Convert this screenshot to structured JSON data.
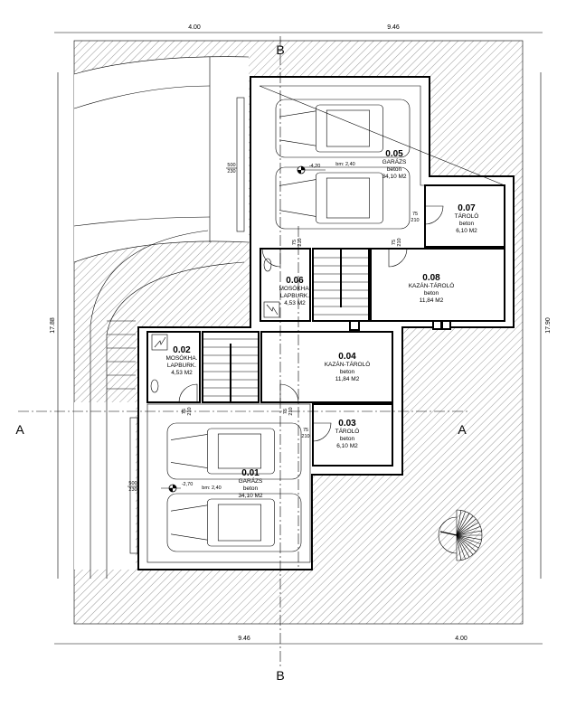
{
  "dimensions": {
    "top_left": "4.00",
    "top_right": "9.46",
    "bottom_left": "9.46",
    "bottom_right": "4.00",
    "left_height": "17.88",
    "right_height": "17.90"
  },
  "sections": {
    "b_top": "B",
    "b_bottom": "B",
    "a_left": "A",
    "a_right": "A"
  },
  "rooms": {
    "r005": {
      "number": "0.05",
      "name": "GARÁZS",
      "floor": "beton",
      "area": "34,10 M2"
    },
    "r006": {
      "number": "0.06",
      "name": "MOSÓKHA.",
      "name2": "LAPBURK.",
      "area": "4,53 M2"
    },
    "r007": {
      "number": "0.07",
      "name": "TÁROLÓ",
      "floor": "beton",
      "area": "6,10 M2"
    },
    "r008": {
      "number": "0.08",
      "name": "KAZÁN-TÁROLÓ",
      "floor": "beton",
      "area": "11,84 M2"
    },
    "r002": {
      "number": "0.02",
      "name": "MOSÓKHA.",
      "name2": "LAPBURK.",
      "area": "4,53 M2"
    },
    "r004": {
      "number": "0.04",
      "name": "KAZÁN-TÁROLÓ",
      "floor": "beton",
      "area": "11,84 M2"
    },
    "r003": {
      "number": "0.03",
      "name": "TÁROLÓ",
      "floor": "beton",
      "area": "6,10 M2"
    },
    "r001": {
      "number": "0.01",
      "name": "GARÁZS",
      "floor": "beton",
      "area": "34,10 M2"
    }
  },
  "levels": {
    "upper": "-4,20",
    "lower": "-2,70",
    "bm_upper": "bm: 2,40",
    "bm_lower": "bm: 2,40"
  },
  "openings": {
    "gate_w": "500",
    "gate_h": "230",
    "door_w": "75",
    "door_h": "210"
  }
}
